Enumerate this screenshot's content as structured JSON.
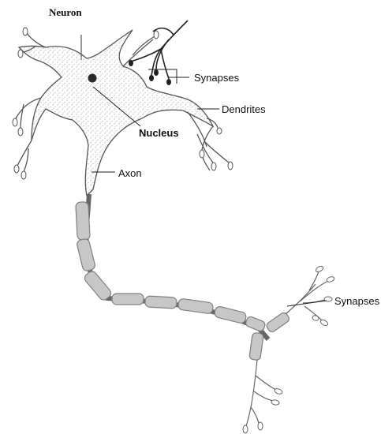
{
  "diagram": {
    "title": "Neuron",
    "labels": {
      "synapses_top": "Synapses",
      "dendrites": "Dendrites",
      "nucleus": "Nucleus",
      "axon": "Axon",
      "synapses_bottom": "Synapses"
    },
    "colors": {
      "outline": "#555555",
      "stipple": "#777777",
      "myelin": "#c7c7c7",
      "myelin_edge": "#808080",
      "nucleus": "#2a2a2a",
      "synapse_terminal": "#222222",
      "leader_line": "#222222"
    }
  }
}
